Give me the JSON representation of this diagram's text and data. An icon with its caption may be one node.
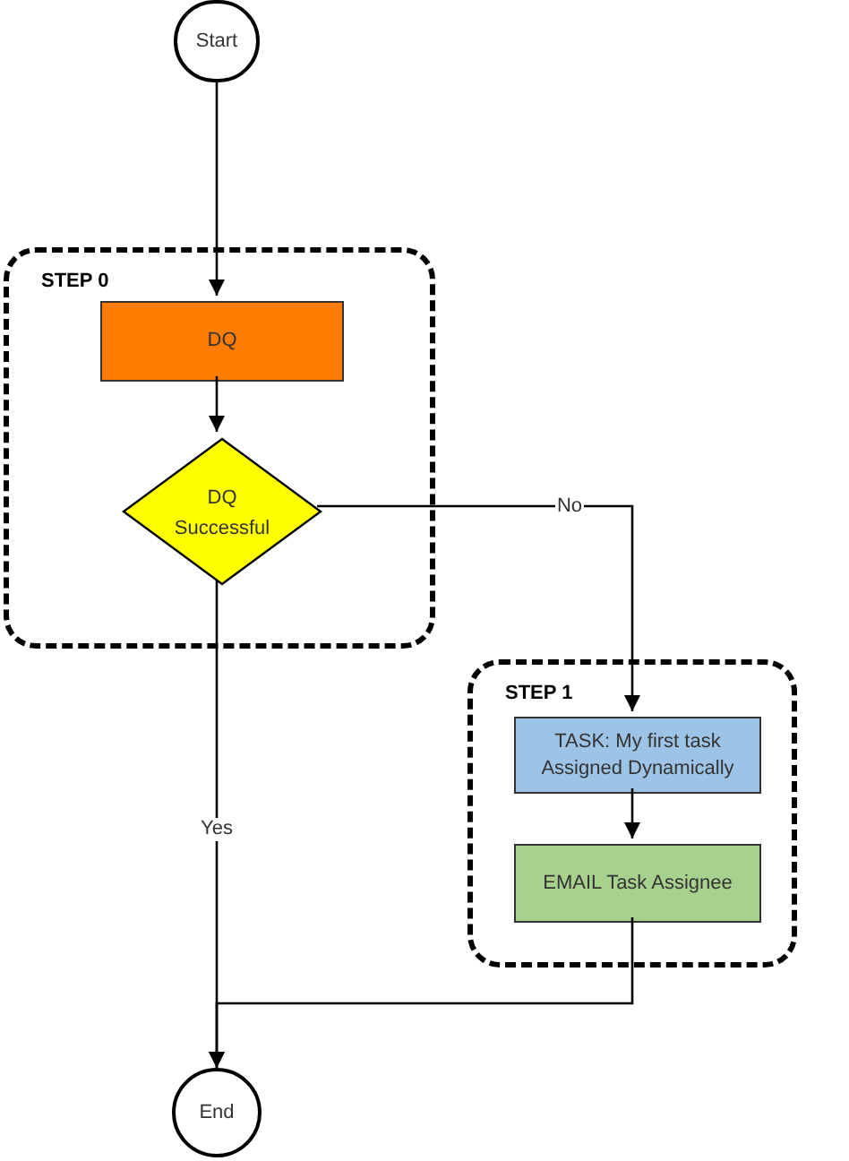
{
  "diagram": {
    "nodes": [
      {
        "text": [
          "Start"
        ]
      },
      {
        "text": [
          "STEP 0"
        ]
      },
      {
        "text": [
          "DQ"
        ],
        "in": 1
      },
      {
        "text": [
          "DQ Successful"
        ],
        "in": 1
      },
      {
        "text": [
          "STEP 1"
        ]
      },
      {
        "text": [
          "TASK: My first task Assigned Dynamically"
        ],
        "in": 4
      },
      {
        "text": [
          "EMAIL Task Assignee"
        ],
        "in": 4
      },
      {
        "text": [
          "End"
        ]
      }
    ],
    "edges": [
      {
        "from": 0,
        "to": 2,
        "arrow": "to"
      },
      {
        "from": 2,
        "to": 3,
        "arrow": "to"
      },
      {
        "from": 3,
        "to": 5,
        "arrow": "to",
        "label": "No"
      },
      {
        "from": 3,
        "to": 7,
        "arrow": "to",
        "label": "Yes"
      },
      {
        "from": 5,
        "to": 6,
        "arrow": "to"
      },
      {
        "from": 6,
        "to": 7,
        "arrow": "to"
      }
    ]
  }
}
